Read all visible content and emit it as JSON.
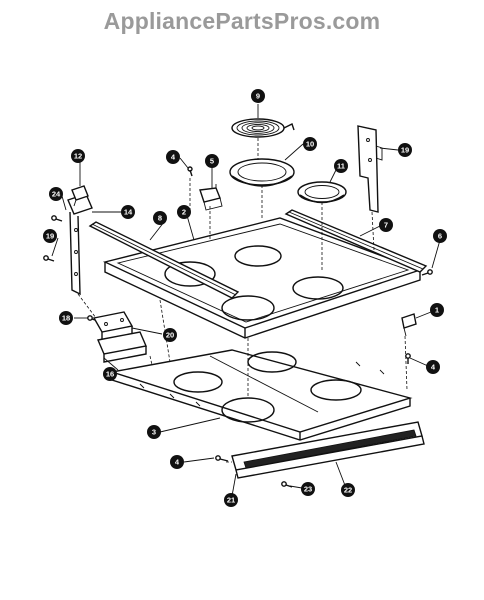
{
  "watermark": "AppliancePartsPros.com",
  "callouts": {
    "c1": "1",
    "c2": "2",
    "c3": "3",
    "c4a": "4",
    "c4b": "4",
    "c4c": "4",
    "c5": "5",
    "c6": "6",
    "c7": "7",
    "c8": "8",
    "c9": "9",
    "c10": "10",
    "c11": "11",
    "c12": "12",
    "c14": "14",
    "c16": "16",
    "c18": "18",
    "c19": "19",
    "c19b": "19",
    "c20": "20",
    "c21": "21",
    "c22": "22",
    "c23": "23",
    "c24": "24"
  }
}
